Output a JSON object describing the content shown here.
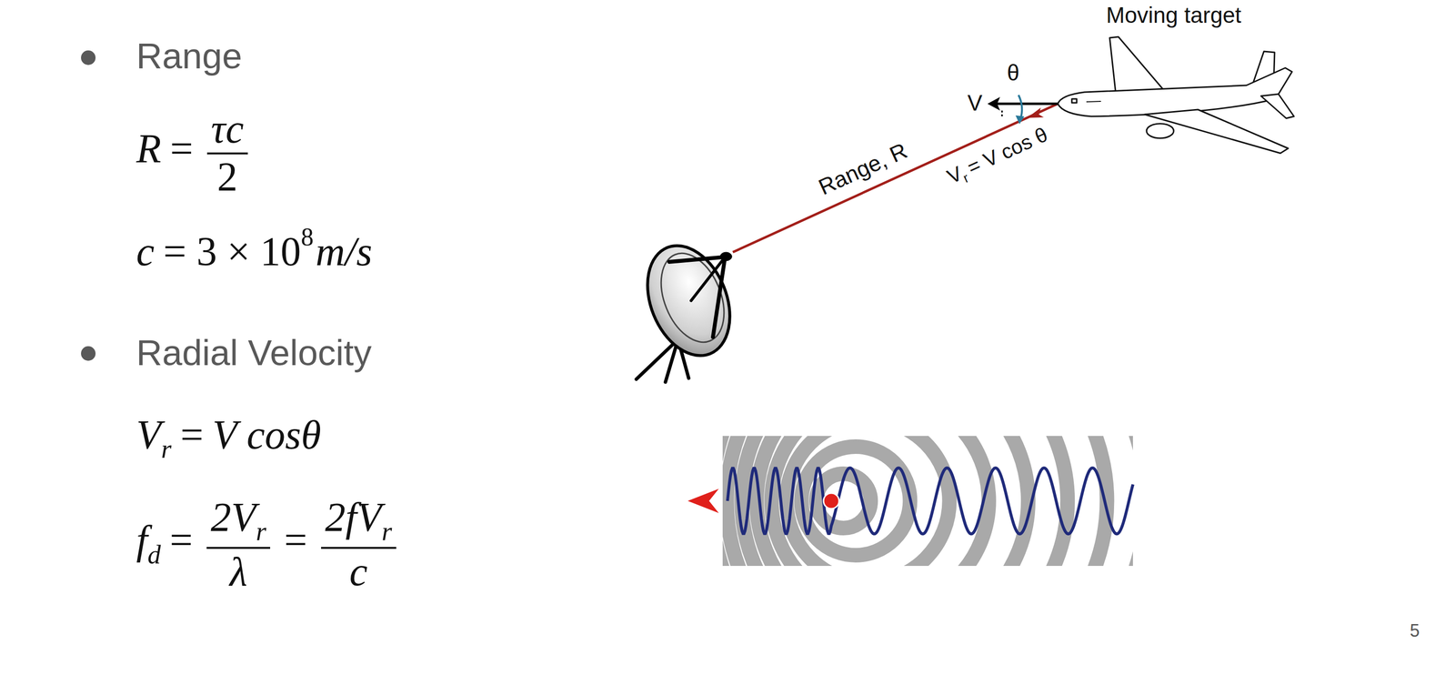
{
  "diagram": {
    "labels": [
      "Range",
      "R",
      "=",
      "τc",
      "2",
      "c",
      "= 3 × 10",
      "8",
      "m/s",
      "Radial Velocity",
      "V",
      "r",
      "=",
      "V cosθ",
      "f",
      "d",
      "=",
      "2V",
      "r",
      "λ",
      "=",
      "2fV",
      "r",
      "c",
      "Moving target",
      "θ",
      "V",
      "Range, R",
      "V",
      "r",
      "= V cos θ",
      "5"
    ]
  }
}
